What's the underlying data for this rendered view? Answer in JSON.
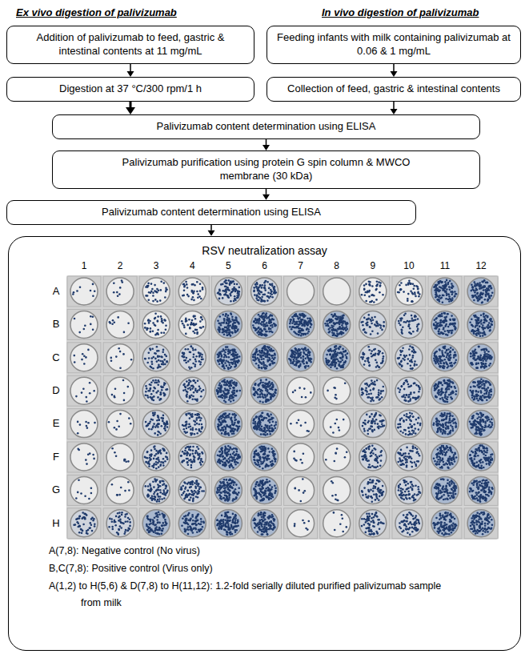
{
  "diagram": {
    "nodes": [
      {
        "text": [
          "Addition of palivizumab to feed, gastric & intestinal contents at 11 mg/mL"
        ]
      },
      {
        "text": [
          "Digestion at 37 °C/300 rpm/1 h"
        ]
      },
      {
        "text": [
          "Feeding infants with milk containing palivizumab at 0.06 & 1 mg/mL"
        ]
      },
      {
        "text": [
          "Collection of feed, gastric & intestinal contents"
        ]
      },
      {
        "text": [
          "Palivizumab content determination using ELISA"
        ]
      },
      {
        "text": [
          "Palivizumab purification using protein G spin column & MWCO membrane (30 kDa)"
        ]
      },
      {
        "text": [
          "Palivizumab content determination using ELISA"
        ]
      },
      {
        "text": [
          "RSV neutralization assay",
          "A(7,8): Negative control (No virus)",
          "B,C(7,8): Positive control (Virus only)",
          "A(1,2) to H(5,6) & D(7,8) to H(11,12): 1.2-fold serially diluted purified palivizumab sample from milk"
        ]
      }
    ],
    "edges": [
      {
        "from": 0,
        "to": 1,
        "arrow": "to"
      },
      {
        "from": 2,
        "to": 3,
        "arrow": "to"
      },
      {
        "from": 1,
        "to": 4,
        "arrow": "to"
      },
      {
        "from": 3,
        "to": 4,
        "arrow": "to"
      },
      {
        "from": 4,
        "to": 5,
        "arrow": "to"
      },
      {
        "from": 5,
        "to": 6,
        "arrow": "to"
      },
      {
        "from": 6,
        "to": 7,
        "arrow": "to"
      }
    ],
    "labels": [
      "Ex vivo digestion of palivizumab",
      "In vivo digestion of palivizumab",
      "1",
      "2",
      "3",
      "4",
      "5",
      "6",
      "7",
      "8",
      "9",
      "10",
      "11",
      "12",
      "A",
      "B",
      "C",
      "D",
      "E",
      "F",
      "G",
      "H"
    ]
  }
}
